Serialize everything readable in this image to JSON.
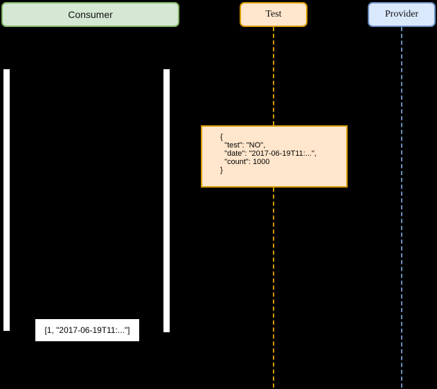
{
  "diagram": {
    "type": "sequence-diagram",
    "background_color": "#000000",
    "participants": [
      {
        "id": "consumer",
        "label": "Consumer",
        "fill": "#d5e8d4",
        "border": "#82b366"
      },
      {
        "id": "test",
        "label": "Test",
        "fill": "#ffe6cc",
        "border": "#d79b00"
      },
      {
        "id": "provider",
        "label": "Provider",
        "fill": "#dae8fc",
        "border": "#6c8ebf"
      }
    ],
    "lifelines": [
      {
        "participant": "test",
        "style": "dashed",
        "color": "#d79b00"
      },
      {
        "participant": "provider",
        "style": "dashed",
        "color": "#6c8ebf"
      }
    ],
    "activations": [
      {
        "participant": "consumer",
        "side": "left",
        "fill": "#ffffff"
      },
      {
        "participant": "consumer",
        "side": "right",
        "fill": "#ffffff"
      }
    ],
    "note": {
      "fill": "#ffe6cc",
      "border": "#d79b00",
      "text": "{\n  \"test\": \"NO\",\n  \"date\": \"2017-06-19T11:...\",\n  \"count\": 1000\n}"
    },
    "return_label": {
      "fill": "#ffffff",
      "text": "[1, \"2017-06-19T11:...\"]"
    }
  }
}
